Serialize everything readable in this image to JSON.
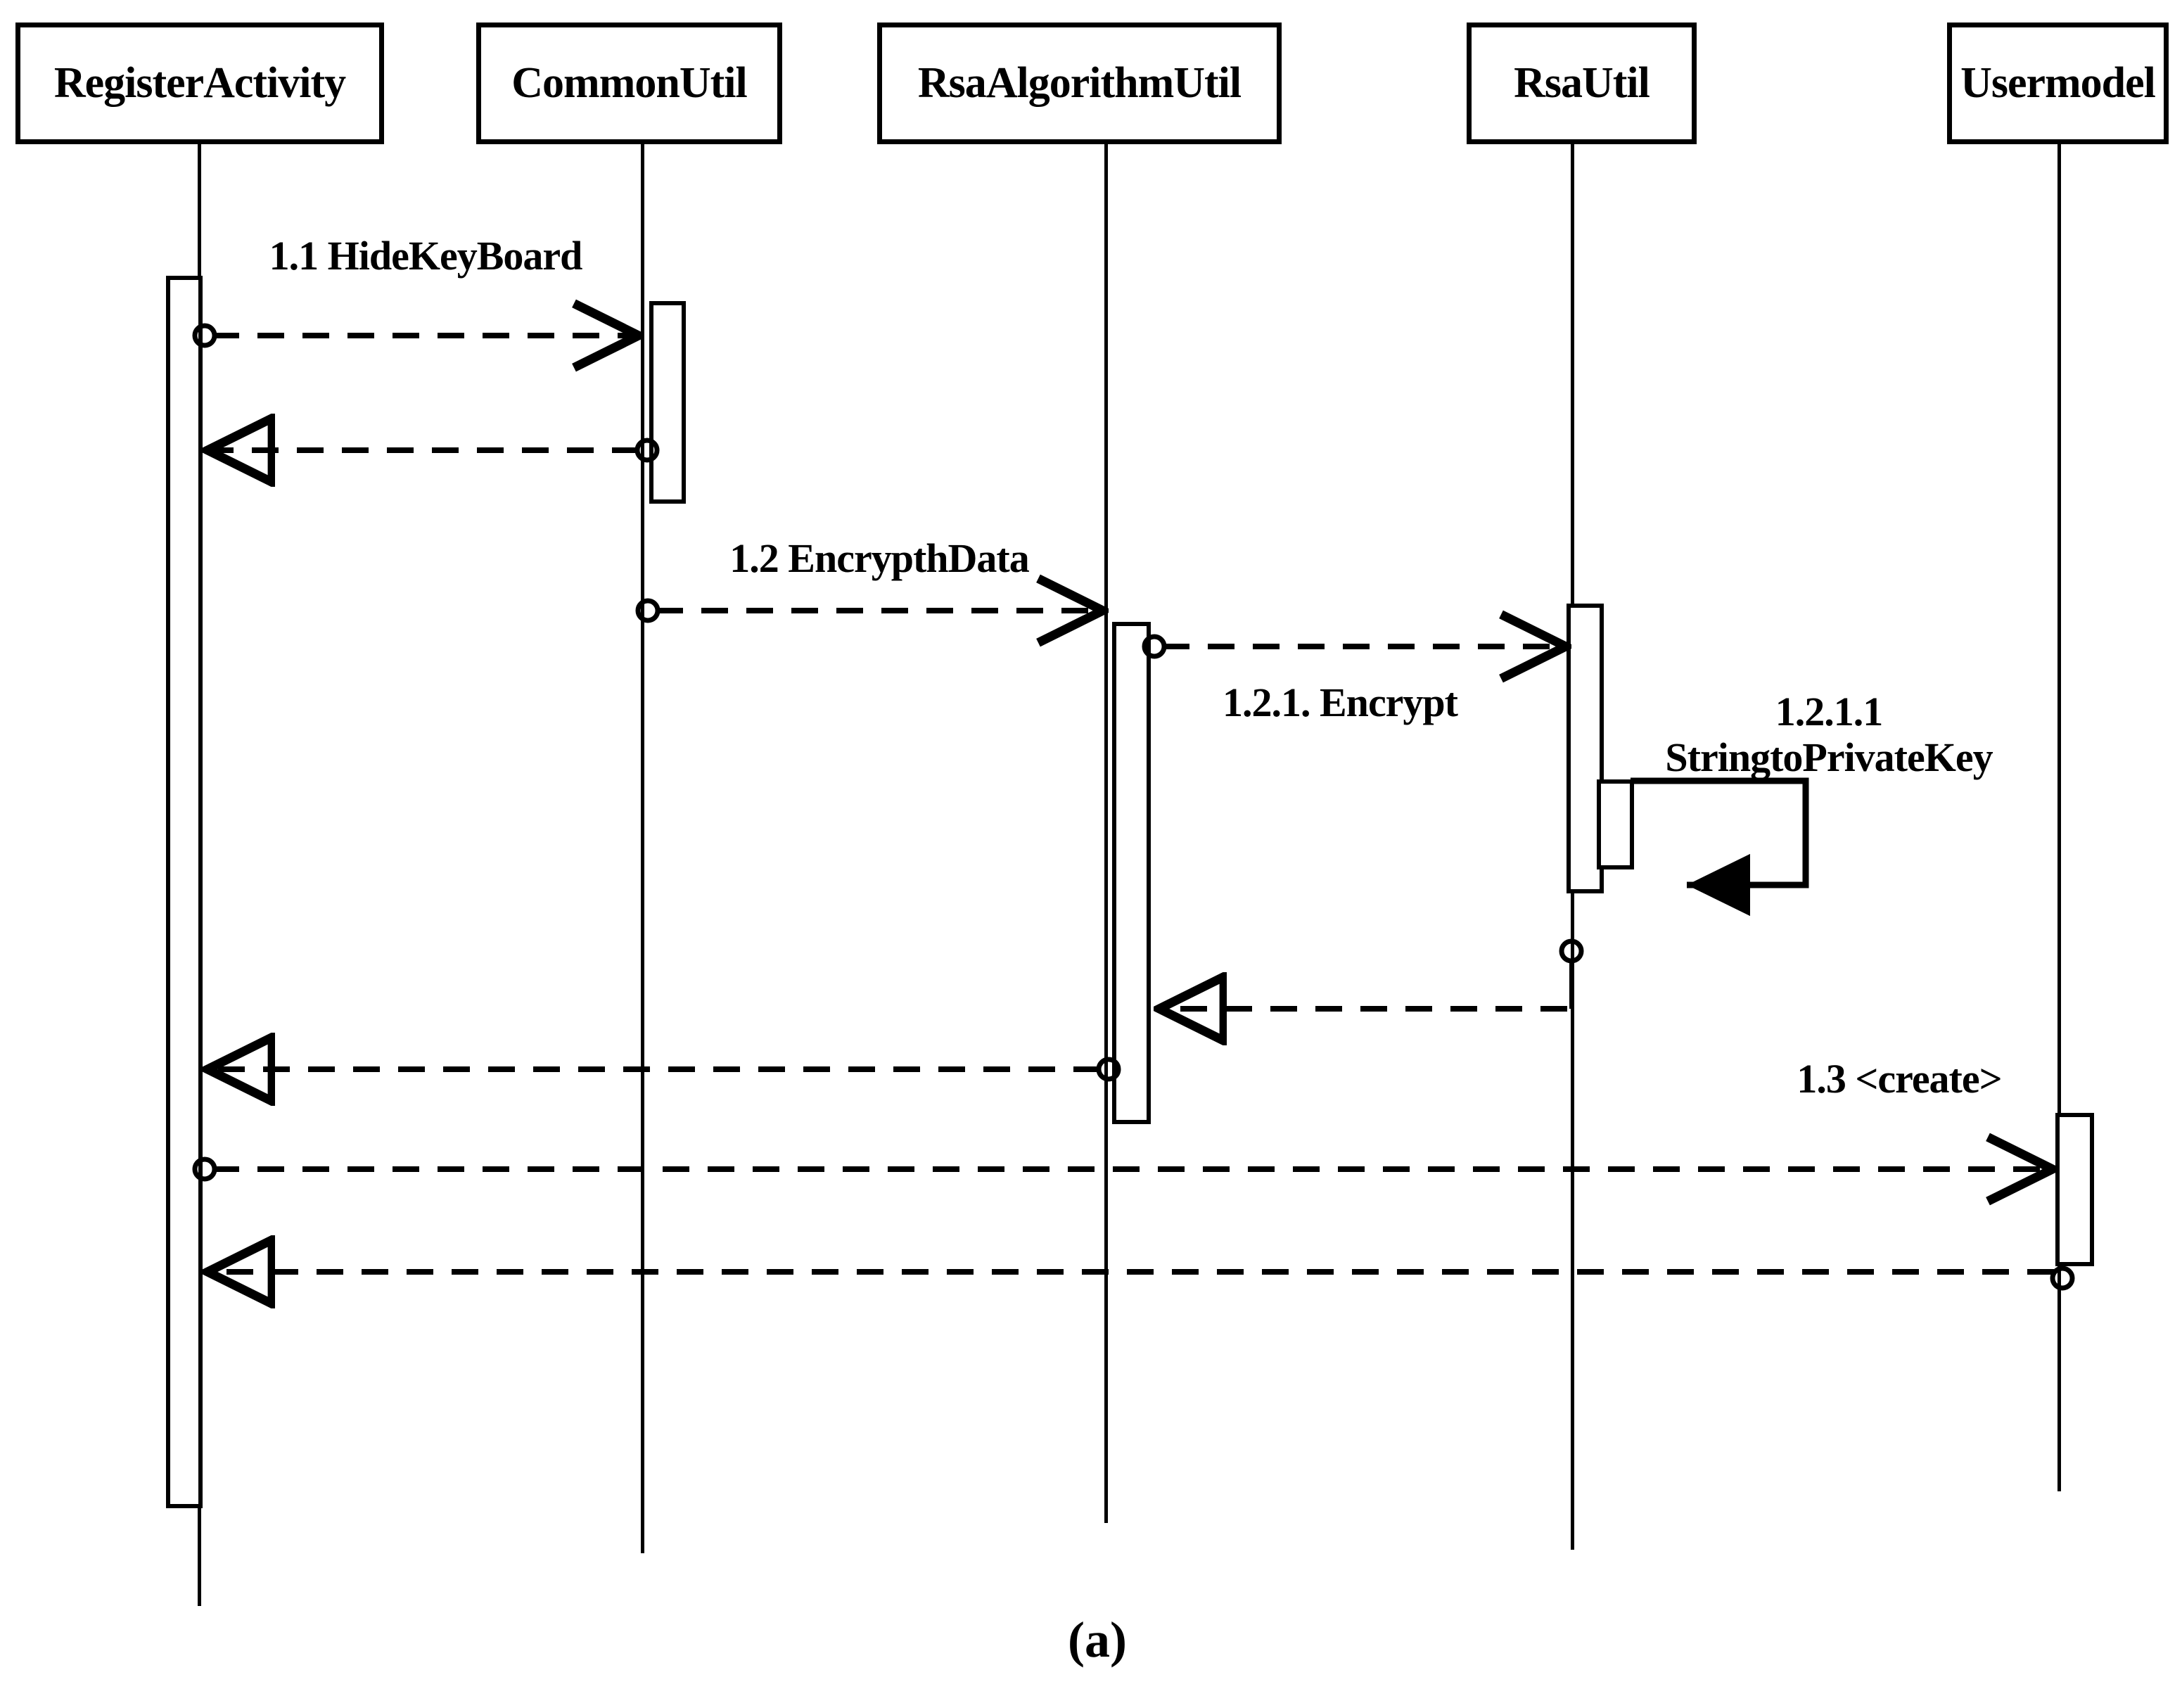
{
  "diagram": {
    "kind": "uml-sequence-diagram",
    "caption": "(a)",
    "stroke_color": "#000000",
    "background_color": "#ffffff"
  },
  "participants": [
    {
      "id": "registeractivity",
      "label": "RegisterActivity"
    },
    {
      "id": "commonutil",
      "label": "CommonUtil"
    },
    {
      "id": "rsaalgorithmutil",
      "label": "RsaAlgorithmUtil"
    },
    {
      "id": "rsautil",
      "label": "RsaUtil"
    },
    {
      "id": "usermodel",
      "label": "Usermodel"
    }
  ],
  "messages": [
    {
      "id": "m1",
      "label": "1.1 HideKeyBoard",
      "from": "registeractivity",
      "to": "commonutil",
      "style": "dashed",
      "arrow": "open",
      "kind": "call"
    },
    {
      "id": "m1r",
      "label": "",
      "from": "commonutil",
      "to": "registeractivity",
      "style": "dashed",
      "arrow": "open",
      "kind": "return"
    },
    {
      "id": "m2",
      "label": "1.2 EncrypthData",
      "from": "commonutil",
      "to": "rsaalgorithmutil",
      "style": "dashed",
      "arrow": "open",
      "kind": "call"
    },
    {
      "id": "m3",
      "label": "1.2.1. Encrypt",
      "from": "rsaalgorithmutil",
      "to": "rsautil",
      "style": "dashed",
      "arrow": "open",
      "kind": "call"
    },
    {
      "id": "m4",
      "label": "1.2.1.1 StringtoPrivateKey",
      "label_line1": "1.2.1.1",
      "label_line2": "StringtoPrivateKey",
      "from": "rsautil",
      "to": "rsautil",
      "style": "solid",
      "arrow": "filled",
      "kind": "self-call"
    },
    {
      "id": "m3r",
      "label": "",
      "from": "rsautil",
      "to": "rsaalgorithmutil",
      "style": "dashed",
      "arrow": "open",
      "kind": "return"
    },
    {
      "id": "m2r",
      "label": "",
      "from": "rsaalgorithmutil",
      "to": "registeractivity",
      "style": "dashed",
      "arrow": "open",
      "kind": "return"
    },
    {
      "id": "m5",
      "label": "1.3 <create>",
      "from": "registeractivity",
      "to": "usermodel",
      "style": "dashed",
      "arrow": "open",
      "kind": "create"
    },
    {
      "id": "m5r",
      "label": "",
      "from": "usermodel",
      "to": "registeractivity",
      "style": "dashed",
      "arrow": "open",
      "kind": "return"
    }
  ]
}
